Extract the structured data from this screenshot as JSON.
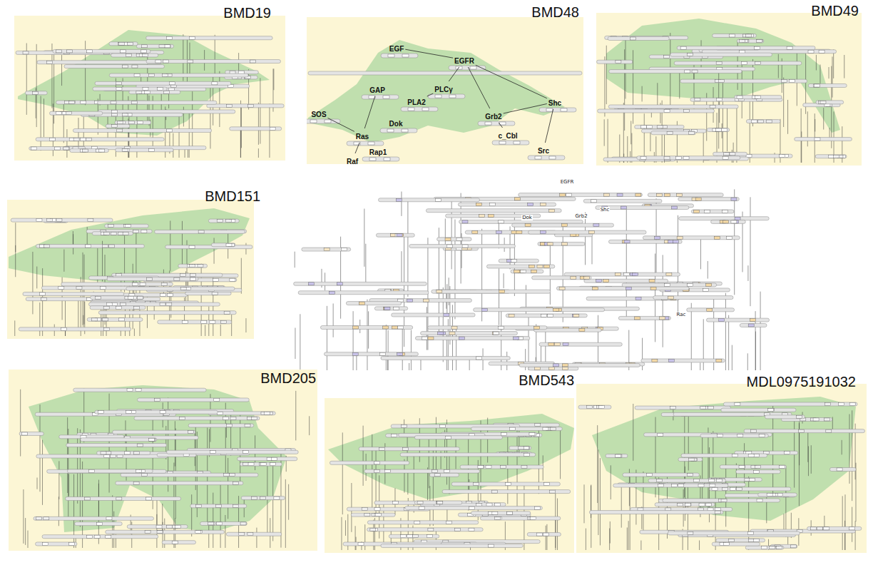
{
  "diagram": {
    "nodes": [
      {
        "text": [
          "BMD19"
        ]
      },
      {
        "text": [
          "BMD48"
        ]
      },
      {
        "text": [
          "EGF"
        ],
        "in": 1
      },
      {
        "text": [
          "EGFR"
        ],
        "in": 1
      },
      {
        "text": [
          "GAP"
        ],
        "in": 1
      },
      {
        "text": [
          "PLCγ"
        ],
        "in": 1
      },
      {
        "text": [
          "PLA2"
        ],
        "in": 1
      },
      {
        "text": [
          "Shc"
        ],
        "in": 1
      },
      {
        "text": [
          "SOS"
        ],
        "in": 1
      },
      {
        "text": [
          "Dok"
        ],
        "in": 1
      },
      {
        "text": [
          "Grb2"
        ],
        "in": 1
      },
      {
        "text": [
          "c_Cbl"
        ],
        "in": 1
      },
      {
        "text": [
          "Ras"
        ],
        "in": 1
      },
      {
        "text": [
          "Rap1"
        ],
        "in": 1
      },
      {
        "text": [
          "Raf"
        ],
        "in": 1
      },
      {
        "text": [
          "Src"
        ],
        "in": 1
      },
      {
        "text": [
          "BMD49"
        ]
      },
      {
        "text": [
          "BMD151"
        ]
      },
      {
        "text": [
          "BMD205"
        ]
      },
      {
        "text": [
          "BMD543"
        ]
      },
      {
        "text": [
          "MDL0975191032"
        ]
      }
    ],
    "edges": [
      {
        "from": 2,
        "to": 3,
        "arrow": "none"
      },
      {
        "from": 3,
        "to": 5,
        "arrow": "none"
      },
      {
        "from": 5,
        "to": 6,
        "arrow": "none"
      },
      {
        "from": 3,
        "to": 7,
        "arrow": "none"
      },
      {
        "from": 3,
        "to": 10,
        "arrow": "none"
      },
      {
        "from": 7,
        "to": 10,
        "arrow": "none"
      },
      {
        "from": 10,
        "to": 11,
        "arrow": "none"
      },
      {
        "from": 7,
        "to": 15,
        "arrow": "none"
      },
      {
        "from": 4,
        "to": 12,
        "arrow": "none"
      },
      {
        "from": 8,
        "to": 12,
        "arrow": "none"
      },
      {
        "from": 12,
        "to": 14,
        "arrow": "none"
      }
    ],
    "labels": [
      "EGFR",
      "Dok",
      "Grb2",
      "Shc",
      "Rac"
    ]
  }
}
